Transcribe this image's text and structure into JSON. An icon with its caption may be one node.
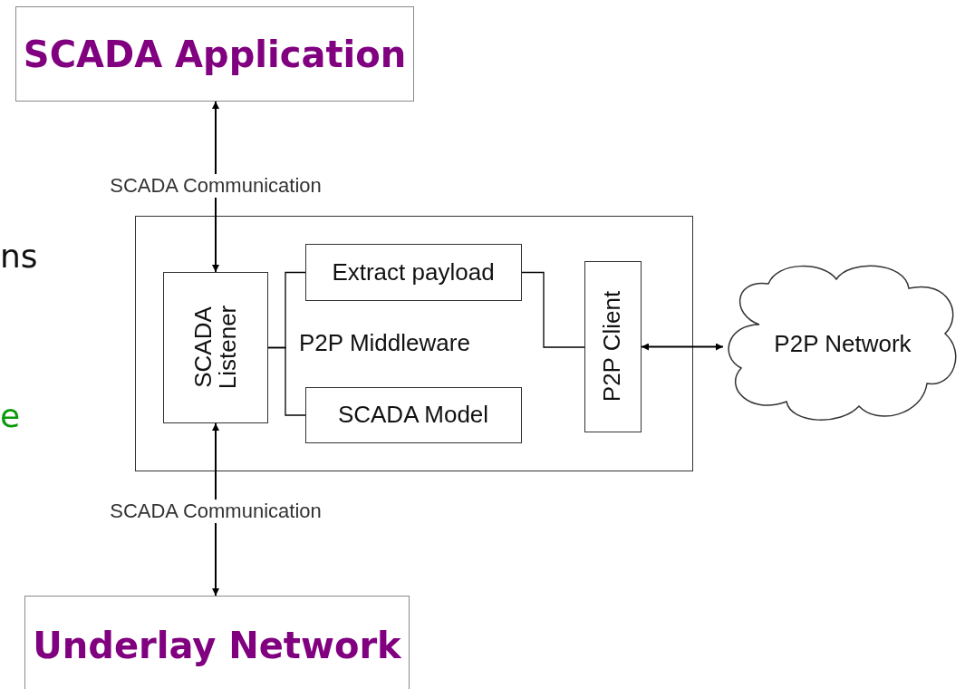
{
  "diagram": {
    "nodes": [
      {
        "text": [
          "SCADA Application"
        ]
      },
      {
        "text": [
          "P2P Middleware"
        ]
      },
      {
        "text": [
          "SCADA Listener"
        ],
        "in": 1
      },
      {
        "text": [
          "Extract payload"
        ],
        "in": 1
      },
      {
        "text": [
          "SCADA Model"
        ],
        "in": 1
      },
      {
        "text": [
          "P2P Client"
        ],
        "in": 1
      },
      {
        "text": [
          "P2P Network"
        ]
      },
      {
        "text": [
          "Underlay Network"
        ]
      }
    ],
    "edges": [
      {
        "from": 2,
        "to": 0,
        "arrow": "both",
        "label": "SCADA Communication"
      },
      {
        "from": 2,
        "to": 7,
        "arrow": "both",
        "label": "SCADA Communication"
      },
      {
        "from": 2,
        "to": 3,
        "arrow": "none"
      },
      {
        "from": 2,
        "to": 4,
        "arrow": "none"
      },
      {
        "from": 3,
        "to": 5,
        "arrow": "none"
      },
      {
        "from": 5,
        "to": 6,
        "arrow": "both"
      }
    ],
    "labels": [
      "ns",
      "e"
    ]
  }
}
